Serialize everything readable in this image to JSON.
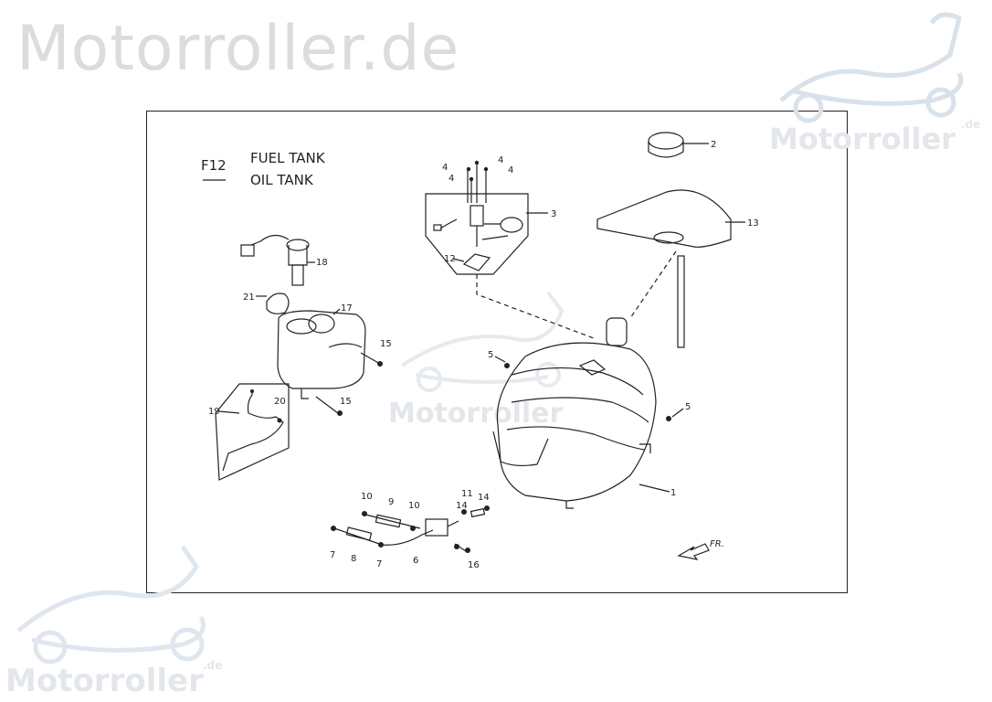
{
  "watermark": {
    "top_text": "Motorroller.de",
    "logo_text": "Motorroller",
    "logo_suffix": ".de"
  },
  "diagram": {
    "code": "F12",
    "title_line1": "FUEL TANK",
    "title_line2": "OIL TANK",
    "direction": "FR."
  },
  "parts": [
    "1",
    "2",
    "3",
    "4",
    "5",
    "6",
    "7",
    "8",
    "9",
    "10",
    "11",
    "12",
    "13",
    "14",
    "15",
    "16",
    "17",
    "18",
    "19",
    "20",
    "21"
  ]
}
